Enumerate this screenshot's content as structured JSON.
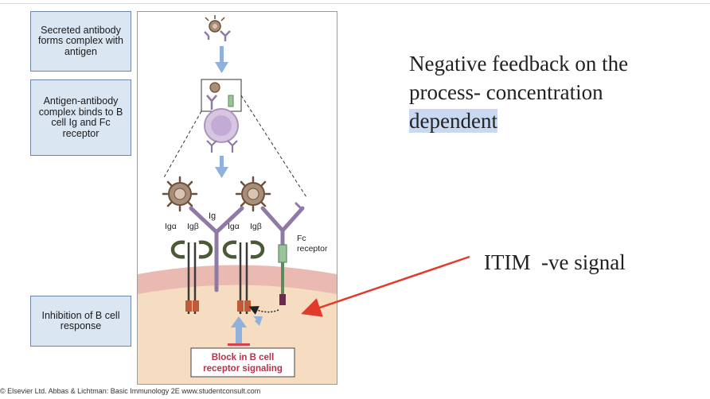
{
  "steps": [
    "Secreted antibody forms complex with antigen",
    "Antigen-antibody complex binds to B cell Ig and Fc receptor",
    "Inhibition of B cell response"
  ],
  "diagram_labels": {
    "ig": "Ig",
    "ig_alpha_1": "Igα",
    "ig_beta_1": "Igβ",
    "ig_alpha_2": "Igα",
    "ig_beta_2": "Igβ",
    "fc_line1": "Fc",
    "fc_line2": "receptor",
    "block_line1": "Block in B cell",
    "block_line2": "receptor signaling"
  },
  "slide": {
    "heading_part1": "Negative feedback on the process- concentration ",
    "heading_highlight": "dependent",
    "itim_label": "ITIM  -ve signal"
  },
  "credit": "© Elsevier Ltd. Abbas & Lichtman: Basic Immunology 2E www.studentconsult.com",
  "colors": {
    "step_box_fill": "#dbe6f3",
    "cytoplasm": "#f6dcc0",
    "membrane": "#e9b9b2",
    "receptor_purple": "#8e7aa5",
    "arrow_blue": "#8fb1dc",
    "pointer_red": "#e23b2c",
    "block_text": "#b8304a"
  }
}
